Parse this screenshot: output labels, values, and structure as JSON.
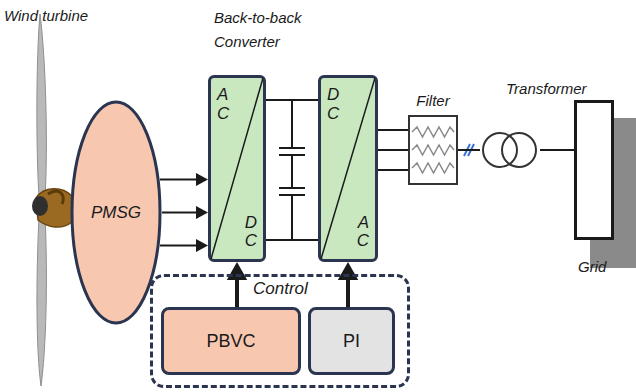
{
  "diagram": {
    "nodes": [
      {
        "text": [
          "PMSG"
        ]
      },
      {
        "text": [
          "AC",
          "DC"
        ]
      },
      {
        "text": [
          "DC",
          "AC"
        ]
      },
      {
        "text": [
          "Filter"
        ]
      },
      {
        "text": [
          "Transformer"
        ]
      },
      {
        "text": [
          "Grid"
        ]
      },
      {
        "text": [
          "Control"
        ]
      },
      {
        "text": [
          "PBVC"
        ],
        "in": 6
      },
      {
        "text": [
          "PI"
        ],
        "in": 6
      }
    ],
    "edges": [
      {
        "from": 0,
        "to": 1,
        "arrow": "to"
      },
      {
        "from": 1,
        "to": 2,
        "arrow": "none"
      },
      {
        "from": 2,
        "to": 3,
        "arrow": "none"
      },
      {
        "from": 3,
        "to": 4,
        "arrow": "none"
      },
      {
        "from": 4,
        "to": 5,
        "arrow": "none"
      },
      {
        "from": 7,
        "to": 1,
        "arrow": "to"
      },
      {
        "from": 8,
        "to": 2,
        "arrow": "to"
      }
    ],
    "labels": [
      "Wind turbine",
      "Back-to-back Converter"
    ]
  }
}
